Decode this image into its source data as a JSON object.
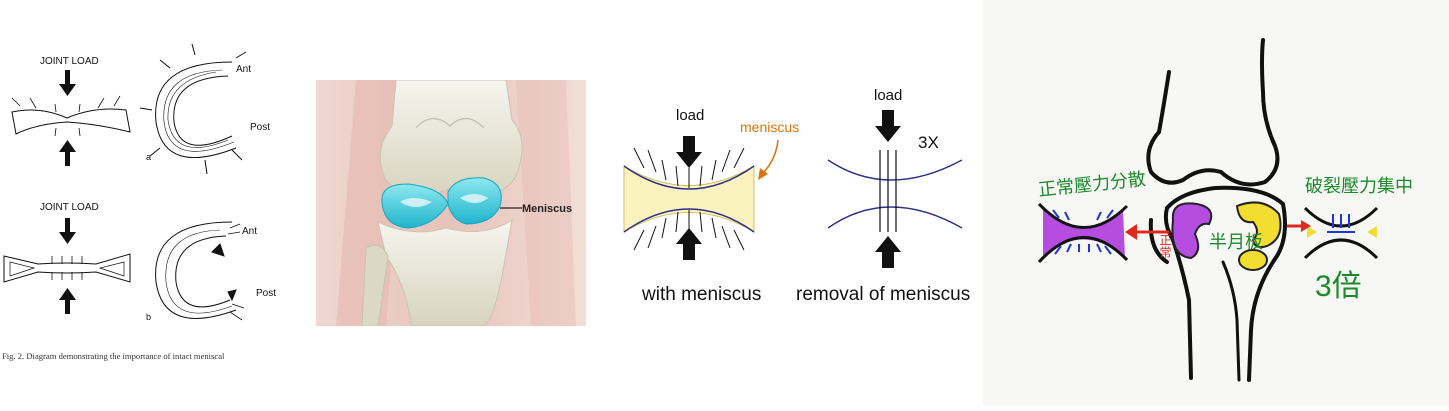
{
  "panel1": {
    "top_label": "JOINT LOAD",
    "bottom_label": "JOINT LOAD",
    "ant_top": "Ant",
    "post_top": "Post",
    "ant_bottom": "Ant",
    "post_bottom": "Post",
    "tag_a": "a",
    "tag_b": "b",
    "caption": "Fig. 2. Diagram demonstrating the importance of intact meniscal"
  },
  "panel2": {
    "label": "Meniscus",
    "colors": {
      "meniscus": "#3fc8d8",
      "bone": "#ece9dc",
      "tissue": "#e8c6bf"
    }
  },
  "panel3": {
    "load_left": "load",
    "meniscus_label": "meniscus",
    "load_right": "load",
    "factor": "3X",
    "caption_left": "with meniscus",
    "caption_right": "removal of meniscus",
    "colors": {
      "meniscus_fill": "#fbf3bf",
      "curve": "#2d2f86",
      "label": "#d9750a"
    }
  },
  "panel4": {
    "left_caption": "正常壓力分散",
    "right_caption": "破裂壓力集中",
    "meniscus_label": "半月板",
    "vertical_label": "正常",
    "factor": "3倍",
    "colors": {
      "green": "#1c8a2a",
      "purple": "#b44de0",
      "yellow": "#f3dd30",
      "blue": "#1f35d8",
      "red": "#e0291e"
    }
  }
}
